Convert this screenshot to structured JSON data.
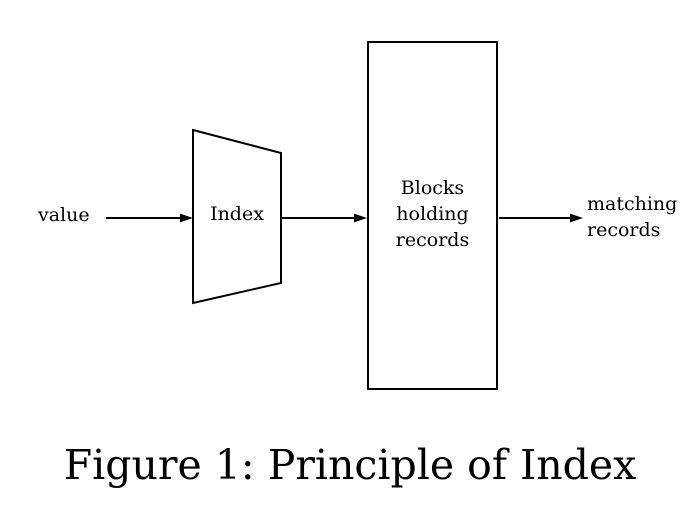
{
  "figure": {
    "caption": "Figure 1: Principle of Index",
    "nodes": {
      "input_label": "value",
      "index_label": "Index",
      "blocks_label": "Blocks\nholding\nrecords",
      "output_label": "matching\nrecords"
    },
    "colors": {
      "stroke": "#000000",
      "text": "#000000",
      "background": "#ffffff"
    }
  }
}
